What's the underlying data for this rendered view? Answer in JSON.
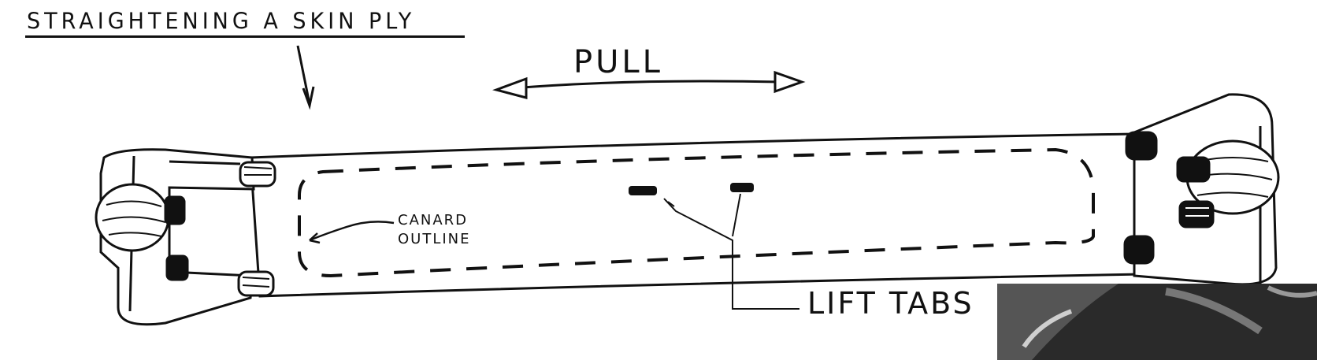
{
  "diagram": {
    "title": "STRAIGHTENING A SKIN PLY",
    "pull_label": "PULL",
    "canard_label_line1": "CANARD",
    "canard_label_line2": "OUTLINE",
    "lift_tabs_label": "LIFT TABS"
  },
  "colors": {
    "ink": "#111111",
    "paper": "#ffffff"
  }
}
